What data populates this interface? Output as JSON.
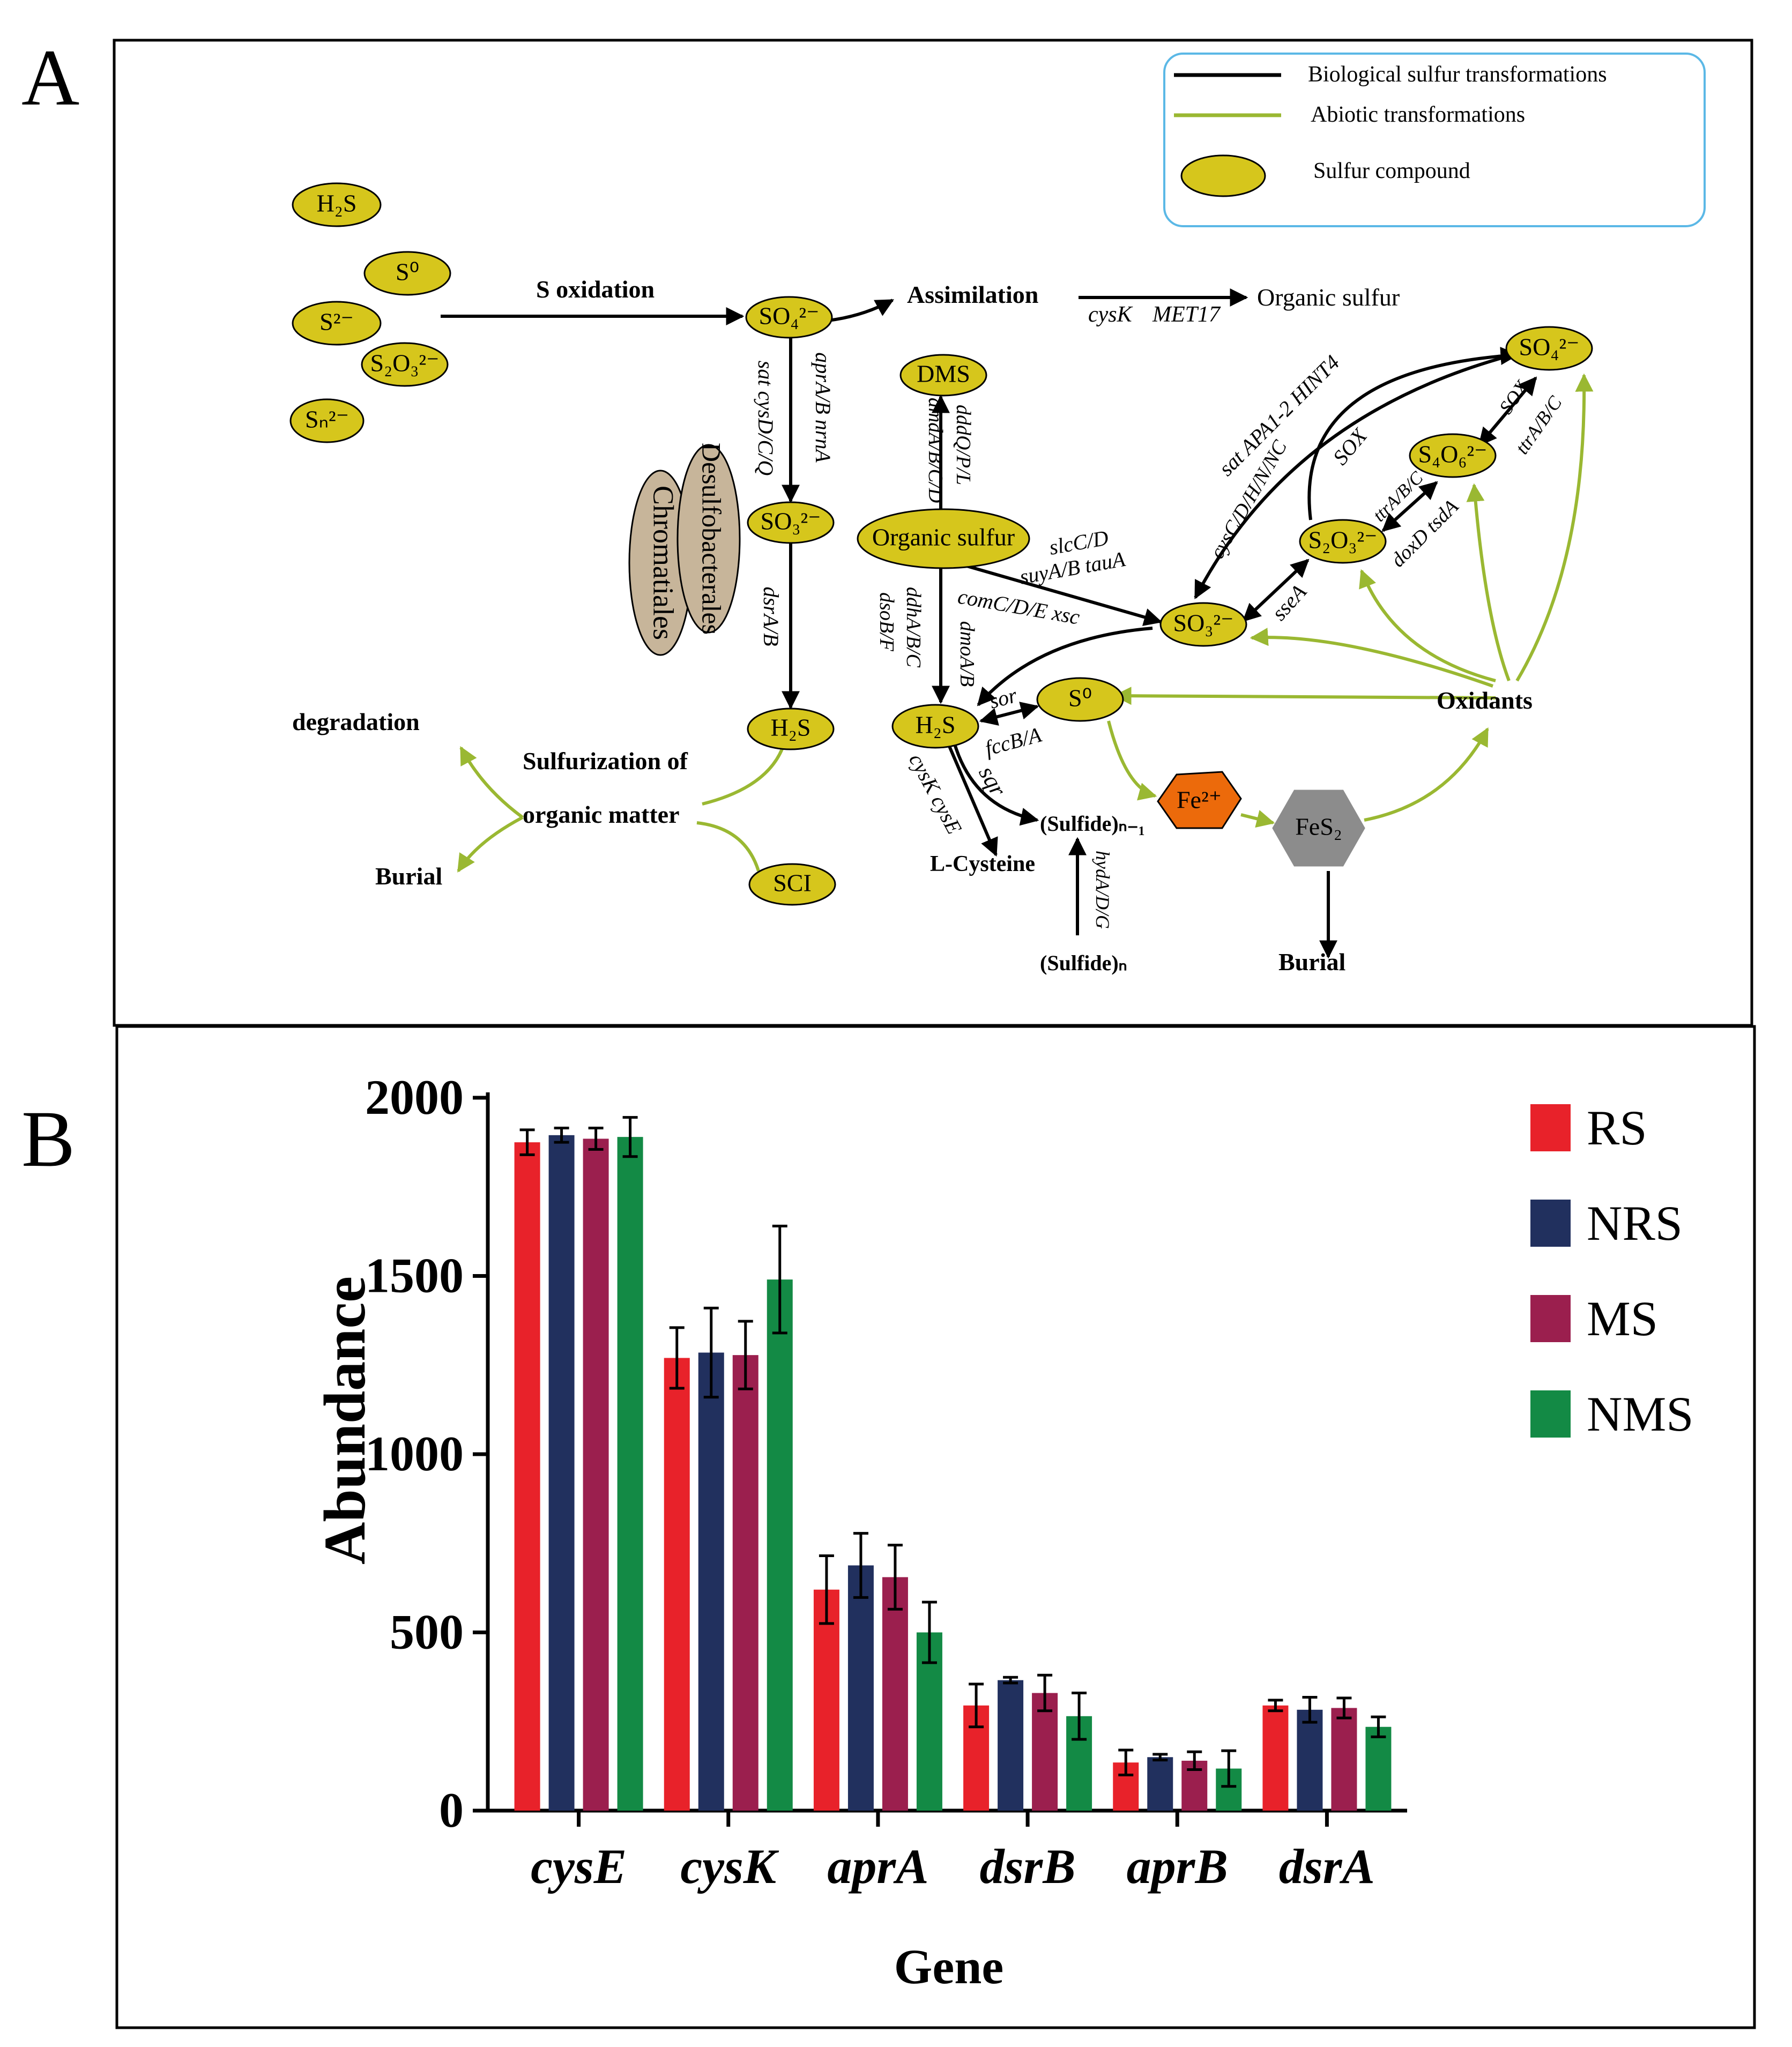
{
  "panel_a": {
    "letter": "A",
    "legend": {
      "biological": "Biological sulfur transformations",
      "abiotic": "Abiotic transformations",
      "compound": "Sulfur compound"
    },
    "colors": {
      "biological": "#000000",
      "abiotic": "#9ab832",
      "compound": "#d6c61c",
      "gene_red": "#c8283c",
      "fe": "#ec6a0b",
      "fes2": "#8c8c8c",
      "taxon": "#c7b59a",
      "legend_border": "#5bb8e6"
    },
    "nodes": {
      "h2s_a": "H₂S",
      "s0_a": "S⁰",
      "s2_a": "S²⁻",
      "s2o3_a": "S₂O₃²⁻",
      "sn_a": "Sₙ²⁻",
      "so4_main": "SO₄²⁻",
      "so3_main": "SO₃²⁻",
      "h2s_main": "H₂S",
      "sci": "SCI",
      "dms": "DMS",
      "organic_sulfur": "Organic sulfur",
      "h2s_right": "H₂S",
      "s0_right": "S⁰",
      "so3_right": "SO₃²⁻",
      "s2o3_right": "S₂O₃²⁻",
      "s4o6_right": "S₄O₆²⁻",
      "so4_right": "SO₄²⁻",
      "fe": "Fe²⁺",
      "fes2": "FeS₂"
    },
    "taxa": {
      "chromatiales": "Chromatiales",
      "desulfobacterales": "Desulfobacterales"
    },
    "labels": {
      "s_oxidation": "S oxidation",
      "assimilation": "Assimilation",
      "organic_sulfur_product": "Organic sulfur",
      "cysk_red": "cysK",
      "met17": "MET17",
      "sat_cys": "sat cysD/C/Q",
      "apr_nrn": "aprA/B nrnA",
      "dsrab": "dsrA/B",
      "degradation": "degradation",
      "sulfurization_1": "Sulfurization of",
      "sulfurization_2": "organic matter",
      "burial_left": "Burial",
      "dddq": "dddQ/P/L",
      "dmda": "dmdA/B/C/D",
      "slcc": "slcC/D",
      "suya": "suyA/B tauA",
      "comc": "comC/D/E xsc",
      "ddha": "ddhA/B/C",
      "dsob": "dsoB/F",
      "dmoa": "dmoA/B",
      "sor": "sor",
      "fccb": "fccB/A",
      "sqr": "sqr",
      "cysk_cyse": "cysK cysE",
      "l_cysteine": "L-Cysteine",
      "sulfide_n1": "(Sulfide)ₙ₋₁",
      "sulfide_n": "(Sulfide)ₙ",
      "hyda": "hydA/D/G",
      "ssea": "sseA",
      "sat_apa": "sat APA1-2 HINT4",
      "cysc": "cysC/D/H/N/NC",
      "sox_mid": "SOX",
      "ttr_mid": "ttrA/B/C",
      "doxd": "doxD tsdA",
      "sox_right": "SOX",
      "ttr_right": "ttrA/B/C",
      "oxidants": "Oxidants",
      "burial_right": "Burial"
    }
  },
  "panel_b": {
    "letter": "B"
  },
  "chart_data": {
    "type": "bar",
    "categories": [
      "cysE",
      "cysK",
      "aprA",
      "dsrB",
      "aprB",
      "dsrA"
    ],
    "series": [
      {
        "name": "RS",
        "color": "#e8222a",
        "values": [
          1875,
          1270,
          620,
          295,
          135,
          295
        ],
        "errors": [
          35,
          85,
          95,
          60,
          35,
          15
        ]
      },
      {
        "name": "NRS",
        "color": "#21305e",
        "values": [
          1895,
          1285,
          688,
          366,
          150,
          283
        ],
        "errors": [
          20,
          125,
          90,
          8,
          8,
          35
        ]
      },
      {
        "name": "MS",
        "color": "#9b1f4e",
        "values": [
          1885,
          1278,
          655,
          330,
          140,
          288
        ],
        "errors": [
          30,
          95,
          90,
          50,
          25,
          28
        ]
      },
      {
        "name": "NMS",
        "color": "#138a45",
        "values": [
          1890,
          1490,
          500,
          265,
          118,
          235
        ],
        "errors": [
          55,
          150,
          85,
          65,
          50,
          28
        ]
      }
    ],
    "xlabel": "Gene",
    "ylabel": "Abundance",
    "ylim": [
      0,
      2000
    ],
    "yticks": [
      0,
      500,
      1000,
      1500,
      2000
    ],
    "legend_position": "right",
    "grid": false
  }
}
